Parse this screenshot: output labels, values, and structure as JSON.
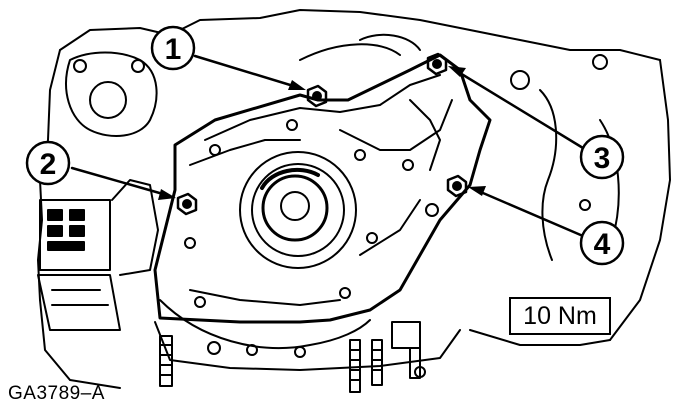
{
  "callouts": [
    {
      "label": "1"
    },
    {
      "label": "2"
    },
    {
      "label": "3"
    },
    {
      "label": "4"
    }
  ],
  "torque_spec": "10 Nm",
  "figure_id": "GA3789–A"
}
